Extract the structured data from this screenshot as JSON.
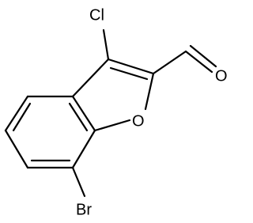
{
  "molecule": {
    "atom_labels": {
      "chlorine": "Cl",
      "oxygen_ring": "O",
      "oxygen_aldehyde": "O",
      "bromine": "Br"
    }
  }
}
